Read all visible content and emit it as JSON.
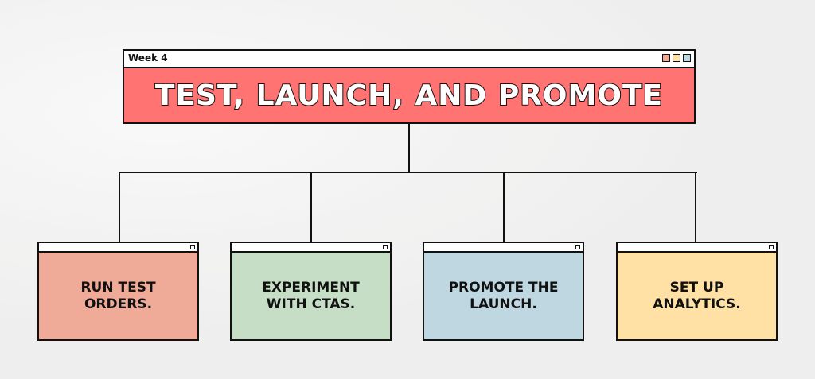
{
  "header": {
    "window_label": "Week 4",
    "title": "TEST, LAUNCH, AND PROMOTE",
    "window_dot_colors": [
      "#efaa98",
      "#ffe0a5",
      "#bfd7e0"
    ],
    "color": "#ff7473"
  },
  "steps": [
    {
      "label": "RUN TEST ORDERS.",
      "color": "#efaa98"
    },
    {
      "label": "EXPERIMENT WITH CTAS.",
      "color": "#c5dec5"
    },
    {
      "label": "PROMOTE THE LAUNCH.",
      "color": "#bfd7e0"
    },
    {
      "label": "SET UP ANALYTICS.",
      "color": "#ffe0a5"
    }
  ]
}
